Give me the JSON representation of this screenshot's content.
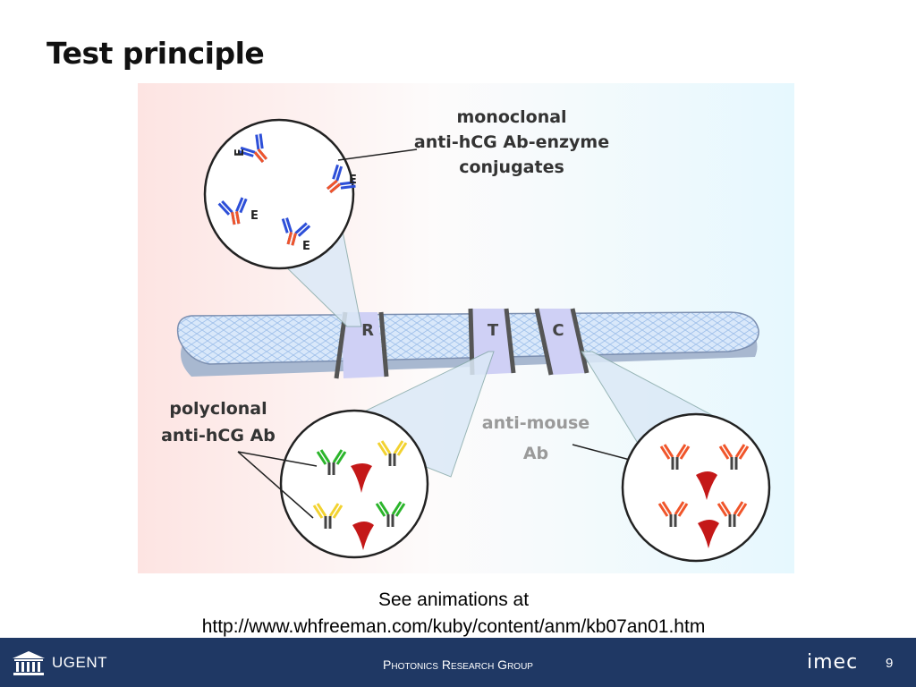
{
  "slide": {
    "title": "Test principle",
    "caption_line1": "See animations at",
    "caption_line2": "http://www.whfreeman.com/kuby/content/anm/kb07an01.htm"
  },
  "diagram": {
    "label_monoclonal_1": "monoclonal",
    "label_monoclonal_2": "anti-hCG Ab-enzyme",
    "label_monoclonal_3": "conjugates",
    "label_polyclonal_1": "polyclonal",
    "label_polyclonal_2": "anti-hCG Ab",
    "label_antimouse_1": "anti-mouse",
    "label_antimouse_2": "Ab",
    "band_r": "R",
    "band_t": "T",
    "band_c": "C",
    "enzyme": "E"
  },
  "footer": {
    "university": "UGENT",
    "group": "Photonics Research Group",
    "partner": "imec",
    "page": "9"
  },
  "colors": {
    "footer_bg": "#1f3864",
    "antibody_blue": "#2d4fd8",
    "antibody_orange": "#f0552a",
    "antibody_green": "#2bb52b",
    "antibody_yellow": "#f2d230",
    "hcg_red": "#c41818"
  }
}
